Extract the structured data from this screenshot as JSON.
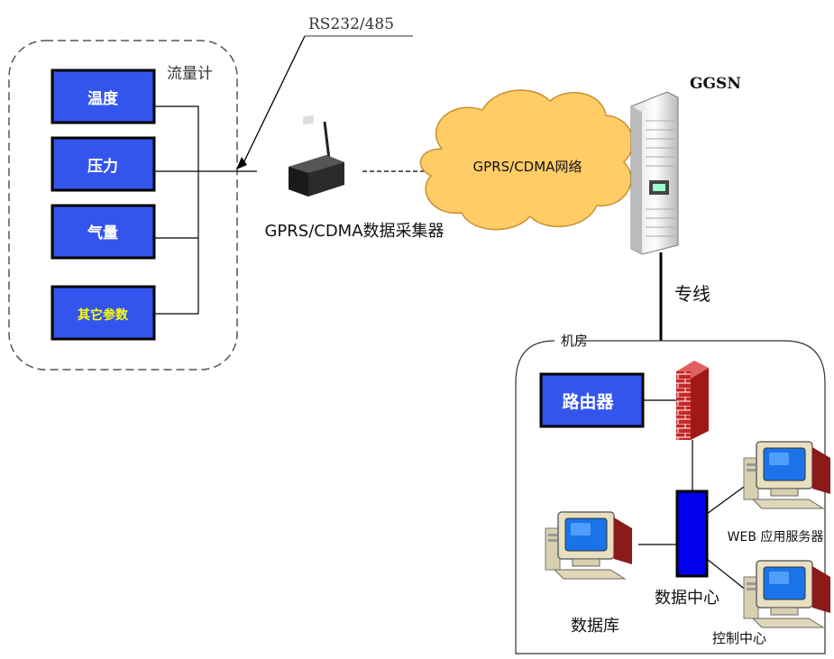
{
  "flowmeter": {
    "group_label": "流量计",
    "sensors": [
      "温度",
      "压力",
      "气量",
      "其它参数"
    ]
  },
  "interface_label": "RS232/485",
  "collector_label": "GPRS/CDMA数据采集器",
  "network_label": "GPRS/CDMA网络",
  "ggsn_label": "GGSN",
  "leased_line_label": "专线",
  "machine_room": {
    "group_label": "机房",
    "router_label": "路由器",
    "data_center_label": "数据中心",
    "database_label": "数据库",
    "web_server_label": "WEB 应用服务器",
    "control_center_label": "控制中心"
  },
  "colors": {
    "sensor_fill": "#3355ee",
    "cloud_fill": "#ffcc66",
    "firewall_red": "#cc2222",
    "data_center_fill": "#0000ee"
  }
}
